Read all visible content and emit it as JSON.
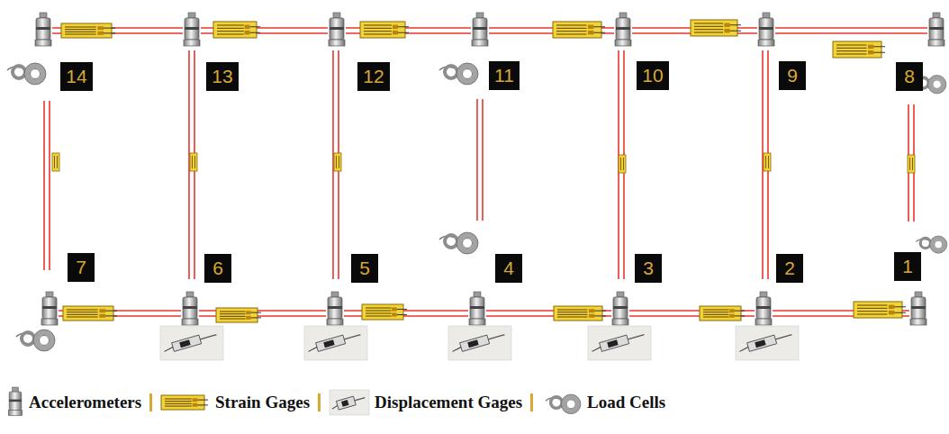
{
  "diagram": {
    "nodes": [
      {
        "text": [
          "14"
        ]
      },
      {
        "text": [
          "13"
        ]
      },
      {
        "text": [
          "12"
        ]
      },
      {
        "text": [
          "11"
        ]
      },
      {
        "text": [
          "10"
        ]
      },
      {
        "text": [
          "9"
        ]
      },
      {
        "text": [
          "8"
        ]
      },
      {
        "text": [
          "7"
        ]
      },
      {
        "text": [
          "6"
        ]
      },
      {
        "text": [
          "5"
        ]
      },
      {
        "text": [
          "4"
        ]
      },
      {
        "text": [
          "3"
        ]
      },
      {
        "text": [
          "2"
        ]
      },
      {
        "text": [
          "1"
        ]
      }
    ],
    "legend": [
      {
        "text": "Accelerometers"
      },
      {
        "text": "Strain Gages"
      },
      {
        "text": "Displacement Gages"
      },
      {
        "text": "Load Cells"
      }
    ]
  }
}
